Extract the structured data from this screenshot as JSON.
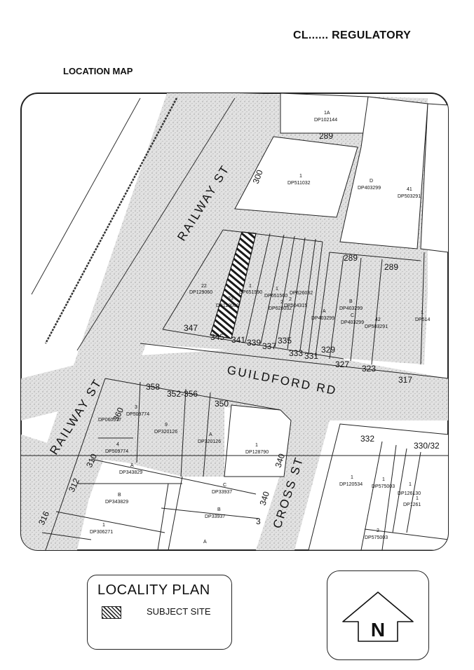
{
  "header": {
    "title": "CL...... REGULATORY",
    "subtitle": "LOCATION MAP"
  },
  "streets": {
    "railway_st_upper": "RAILWAY ST",
    "railway_st_lower": "RAILWAY ST",
    "guildford_rd": "GUILDFORD RD",
    "cross_st": "CROSS ST"
  },
  "lots": {
    "lot_1a": "1A",
    "dp102144": "DP102144",
    "lot_1_top": "1",
    "dp511032": "DP511032",
    "lot_d": "D",
    "dp403299_top": "DP403299",
    "lot_41": "41",
    "dp503291_top": "DP503291",
    "lot_22": "22",
    "dp129060": "DP129060",
    "lot_23": "23",
    "dp129060_b": "DP129060",
    "lot_1_mid": "1",
    "dp651590": "DP651590",
    "lot_1_mid2": "1",
    "dp651560": "DP651560",
    "dp626032": "DP626032",
    "lot_2_a": "2",
    "dp626032_b": "DP626032",
    "lot_2_b": "2",
    "dp504315": "DP504315",
    "lot_a_mid": "A",
    "dp403299_mid": "DP403299",
    "lot_b_mid": "B",
    "dp403299_b": "DP403299",
    "lot_c_mid": "C",
    "dp403299_c": "DP403299",
    "lot_42": "42",
    "dp503291_mid": "DP503291",
    "lot_1_right": "1",
    "dp514": "DP514",
    "lot_3_low": "3",
    "dp509774": "DP509774",
    "dp060577": "DP060577",
    "lot_9": "9",
    "dp320126": "DP320126",
    "lot_a_low": "A",
    "dp320126_b": "DP320126",
    "lot_4": "4",
    "dp509774_b": "DP509774",
    "lot_1_low": "1",
    "dp128790": "DP128790",
    "lot_a_dp343829": "A",
    "dp343829": "DP343829",
    "lot_b_dp343829": "B",
    "dp343829_b": "DP343829",
    "lot_c_dp33937": "C",
    "dp33937": "DP33937",
    "lot_b_dp33937": "B",
    "dp33937_b": "DP33937",
    "lot_1_dp306271": "1",
    "dp306271": "DP306271",
    "lot_a_bottom": "A",
    "lot_1_dp120534": "1",
    "dp120534": "DP120534",
    "lot_1_dp575003": "1",
    "dp575003": "DP575003",
    "lot_1_dp1261": "1",
    "dp126130": "DP126130",
    "lot_1_dp1261b": "1",
    "dp1261": "DP1261",
    "lot_2_dp575003": "2",
    "dp575003_b": "DP575003"
  },
  "house_numbers": {
    "n289_top": "289",
    "n300": "300",
    "n289_mid": "289",
    "n289_right": "289",
    "n347": "347",
    "n345": "345",
    "n341": "341",
    "n339": "339",
    "n337": "337",
    "n335": "335",
    "n333": "333",
    "n331": "331",
    "n329": "329",
    "n327": "327",
    "n323": "323",
    "n317": "317",
    "n358": "358",
    "n352_356": "352-356",
    "n350": "350",
    "n360": "360",
    "n310": "310",
    "n312": "312",
    "n340": "340",
    "n340b": "340",
    "n3": "3",
    "n316": "316",
    "n332": "332",
    "n330_32": "330/32"
  },
  "legend": {
    "title": "LOCALITY PLAN",
    "subject_site": "SUBJECT SITE"
  },
  "north": {
    "label": "N"
  }
}
